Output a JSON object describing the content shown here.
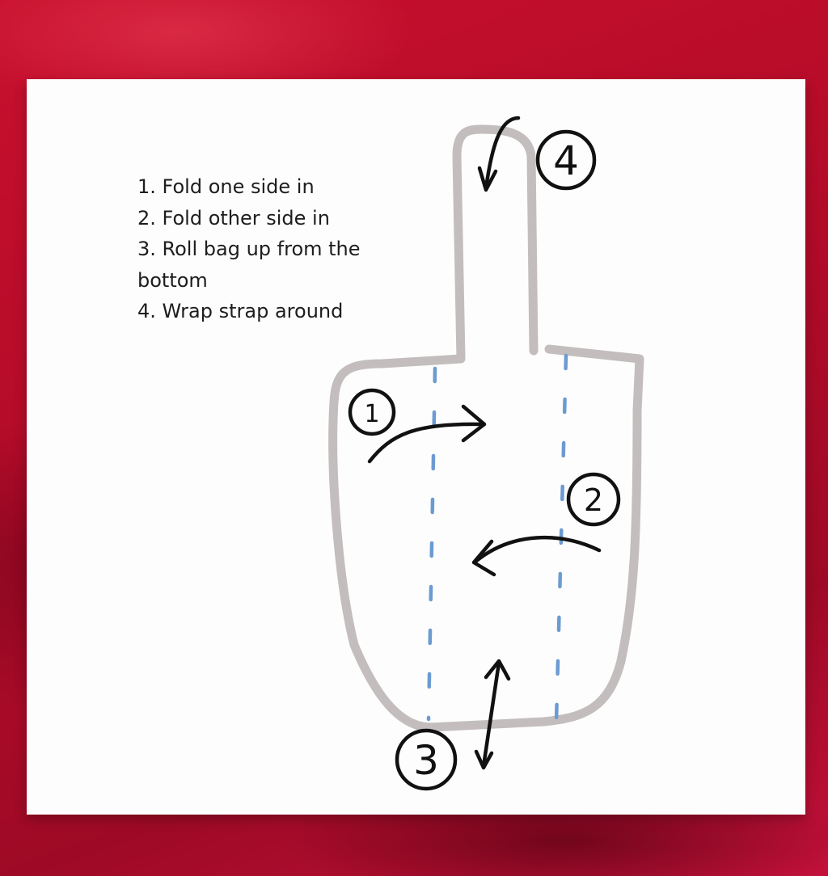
{
  "instructions": {
    "steps": [
      "1. Fold one side in",
      "2. Fold other side in",
      "3. Roll bag up from the bottom",
      "4. Wrap strap around"
    ]
  },
  "callouts": {
    "step1": "1",
    "step2": "2",
    "step3": "3",
    "step4": "4"
  },
  "colors": {
    "background": "#c8102e",
    "paper": "#fdfdfd",
    "bag_outline": "#c3bdbd",
    "fold_line": "#6c9bd2",
    "ink": "#111111"
  }
}
